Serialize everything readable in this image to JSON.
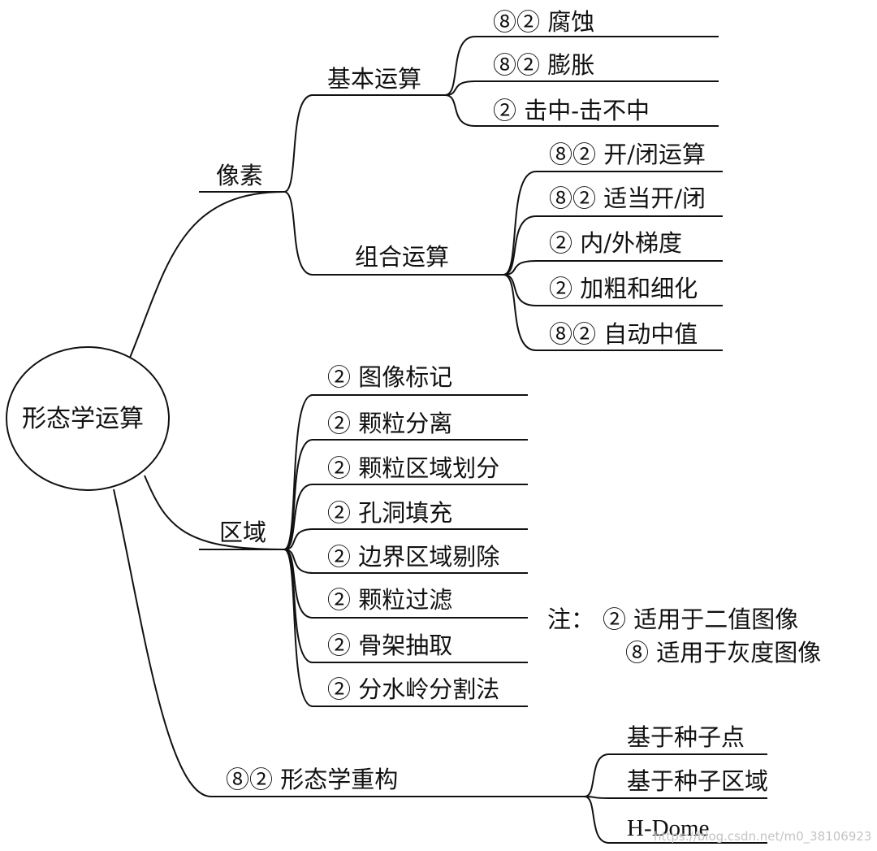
{
  "diagram": {
    "root": "形态学运算",
    "branches": [
      {
        "label": "像素",
        "groups": [
          {
            "label": "基本运算",
            "items": [
              "⑧② 腐蚀",
              "⑧② 膨胀",
              "② 击中-击不中"
            ]
          },
          {
            "label": "组合运算",
            "items": [
              "⑧② 开/闭运算",
              "⑧② 适当开/闭",
              "② 内/外梯度",
              "② 加粗和细化",
              "⑧② 自动中值"
            ]
          }
        ]
      },
      {
        "label": "区域",
        "items": [
          "② 图像标记",
          "② 颗粒分离",
          "② 颗粒区域划分",
          "② 孔洞填充",
          "② 边界区域剔除",
          "② 颗粒过滤",
          "② 骨架抽取",
          "② 分水岭分割法"
        ]
      },
      {
        "label": "⑧② 形态学重构",
        "items": [
          "基于种子点",
          "基于种子区域",
          "H-Dome"
        ]
      }
    ],
    "note": {
      "prefix": "注：",
      "lines": [
        "② 适用于二值图像",
        "⑧ 适用于灰度图像"
      ]
    },
    "watermark": "https://blog.csdn.net/m0_38106923"
  },
  "colors": {
    "line": "#111111",
    "text": "#111111",
    "watermark": "#c4c4c4",
    "background": "#ffffff"
  }
}
